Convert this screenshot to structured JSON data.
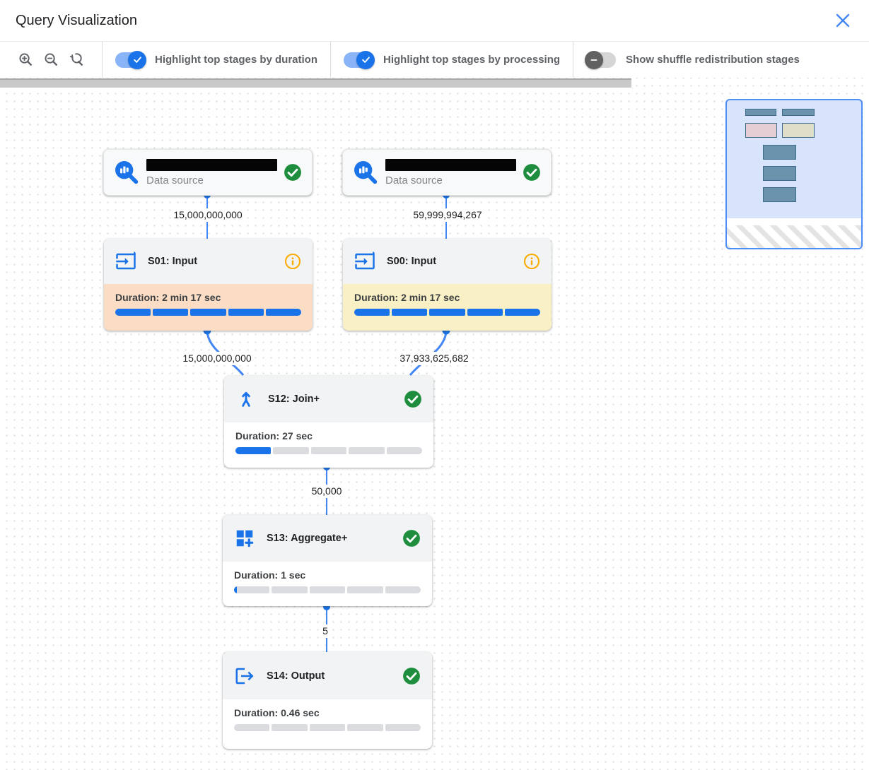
{
  "window": {
    "title": "Query Visualization",
    "close_icon": "close-x"
  },
  "toolbar": {
    "zoom_controls": [
      {
        "icon": "zoom-in"
      },
      {
        "icon": "zoom-out"
      },
      {
        "icon": "zoom-reset"
      }
    ],
    "toggles": [
      {
        "label": "Highlight top stages by duration",
        "state": "on"
      },
      {
        "label": "Highlight top stages by processing",
        "state": "on"
      },
      {
        "label": "Show shuffle redistribution stages",
        "state": "off"
      }
    ]
  },
  "graph": {
    "nodes": [
      {
        "id": "ds1",
        "type": "data-source",
        "label": "Data source",
        "name_redacted": true,
        "status": "success"
      },
      {
        "id": "ds2",
        "type": "data-source",
        "label": "Data source",
        "name_redacted": true,
        "status": "success"
      },
      {
        "id": "s01",
        "type": "stage",
        "title": "S01: Input",
        "duration": "Duration: 2 min 17 sec",
        "progress": 1,
        "status": "info",
        "highlight": "duration_highlight"
      },
      {
        "id": "s00",
        "type": "stage",
        "title": "S00: Input",
        "duration": "Duration: 2 min 17 sec",
        "progress": 1,
        "status": "info",
        "highlight": "processing_highlight"
      },
      {
        "id": "s12",
        "type": "stage",
        "title": "S12: Join+",
        "duration": "Duration: 27 sec",
        "progress": 0.2,
        "status": "success",
        "highlight": null
      },
      {
        "id": "s13",
        "type": "stage",
        "title": "S13: Aggregate+",
        "duration": "Duration: 1 sec",
        "progress": 0.016,
        "status": "success",
        "highlight": null
      },
      {
        "id": "s14",
        "type": "stage",
        "title": "S14: Output",
        "duration": "Duration: 0.46 sec",
        "progress": 0,
        "status": "success",
        "highlight": null
      }
    ],
    "edges": [
      {
        "from": "ds1",
        "to": "s01",
        "label": "15,000,000,000"
      },
      {
        "from": "ds2",
        "to": "s00",
        "label": "59,999,994,267"
      },
      {
        "from": "s01",
        "to": "s12",
        "label": "15,000,000,000"
      },
      {
        "from": "s00",
        "to": "s12",
        "label": "37,933,625,682"
      },
      {
        "from": "s12",
        "to": "s13",
        "label": "50,000"
      },
      {
        "from": "s13",
        "to": "s14",
        "label": "5"
      }
    ]
  },
  "colors": {
    "accent_blue": "#1a73e8",
    "edge_blue": "#4285f4",
    "success_green": "#1e8e3e",
    "warning_orange": "#f9ab00",
    "duration_highlight": "#fbdcc5",
    "processing_highlight": "#faf0c5",
    "progress_track": "#dadce0",
    "progress_fill": "#1a73e8"
  }
}
